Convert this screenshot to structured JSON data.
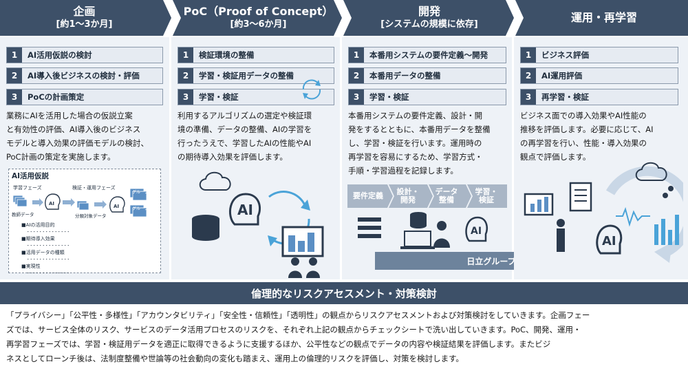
{
  "phases": [
    {
      "title": "企画",
      "sub": "[約1～3か月]"
    },
    {
      "title": "PoC（Proof of Concept）",
      "sub": "[約3～6か月]"
    },
    {
      "title": "開発",
      "sub": "[システムの規模に依存]"
    },
    {
      "title": "運用・再学習",
      "sub": ""
    }
  ],
  "columns": [
    {
      "steps": [
        {
          "num": "1",
          "label": "AI活用仮説の検討"
        },
        {
          "num": "2",
          "label": "AI導入後ビジネスの検討・評価"
        },
        {
          "num": "3",
          "label": "PoCの計画策定"
        }
      ],
      "desc": [
        "業務にAIを活用した場合の仮説立案",
        "と有効性の評価、AI導入後のビジネス",
        "モデルと導入効果の評価モデルの検討、",
        "PoC計画の策定を実施します。"
      ]
    },
    {
      "steps": [
        {
          "num": "1",
          "label": "検証環境の整備"
        },
        {
          "num": "2",
          "label": "学習・検証用データの整備"
        },
        {
          "num": "3",
          "label": "学習・検証"
        }
      ],
      "desc": [
        "利用するアルゴリズムの選定や検証環",
        "境の準備、データの整備、AIの学習を",
        "行ったうえで、学習したAIの性能やAI",
        "の期待導入効果を評価します。"
      ]
    },
    {
      "steps": [
        {
          "num": "1",
          "label": "本番用システムの要件定義～開発"
        },
        {
          "num": "2",
          "label": "本番用データの整備"
        },
        {
          "num": "3",
          "label": "学習・検証"
        }
      ],
      "desc": [
        "本番用システムの要件定義、設計・開",
        "発をするとともに、本番用データを整備",
        "し、学習・検証を行います。運用時の",
        "再学習を容易にするため、学習方式・",
        "手順・学習過程を記録します。"
      ]
    },
    {
      "steps": [
        {
          "num": "1",
          "label": "ビジネス評価"
        },
        {
          "num": "2",
          "label": "AI運用評価"
        },
        {
          "num": "3",
          "label": "再学習・検証"
        }
      ],
      "desc": [
        "ビジネス面での導入効果やAI性能の",
        "推移を評価します。必要に応じて、AI",
        "の再学習を行い、性能・導入効果の",
        "観点で評価します。"
      ]
    }
  ],
  "ai_box": {
    "title": "AI活用仮説",
    "learning_phase": "学習フェーズ",
    "verify_phase": "検証・運用フェーズ",
    "teacher_data": "教師データ",
    "classify_data": "分類対象データ",
    "group_a": "グループA",
    "group_b": "グループB",
    "ai": "AI",
    "items": [
      "AIの活用目的",
      "期待導入効果",
      "活用データの種類",
      "実現性"
    ]
  },
  "flow": [
    "要件定義",
    "設計・\n開発",
    "データ\n整備",
    "学習・\n検証"
  ],
  "hitachi": "日立グループ各社と推進",
  "bar_title": "倫理的なリスクアセスメント・対策検討",
  "bottom_lines": [
    "「プライバシー」「公平性・多様性」「アカウンタビリティ」「安全性・信頼性」「透明性」の観点からリスクアセスメントおよび対策検討をしていきます。企画フェー",
    "ズでは、サービス全体のリスク、サービスのデータ活用プロセスのリスクを、それぞれ上記の観点からチェックシートで洗い出していきます。PoC、開発、運用・",
    "再学習フェーズでは、学習・検証用データを適正に取得できるように支援するほか、公平性などの観点でデータの内容や検証結果を評価します。またビジ",
    "ネスとしてローンチ後は、法制度整備や世論等の社会動向の変化も踏まえ、運用上の倫理的リスクを評価し、対策を検討します。"
  ],
  "colors": {
    "primary": "#3d5068",
    "panel": "#eef2f7",
    "step_bg": "#e6ebf2",
    "flow": "#a9b6c6",
    "icon": "#2b3a4d",
    "accent": "#5b8fc4"
  }
}
